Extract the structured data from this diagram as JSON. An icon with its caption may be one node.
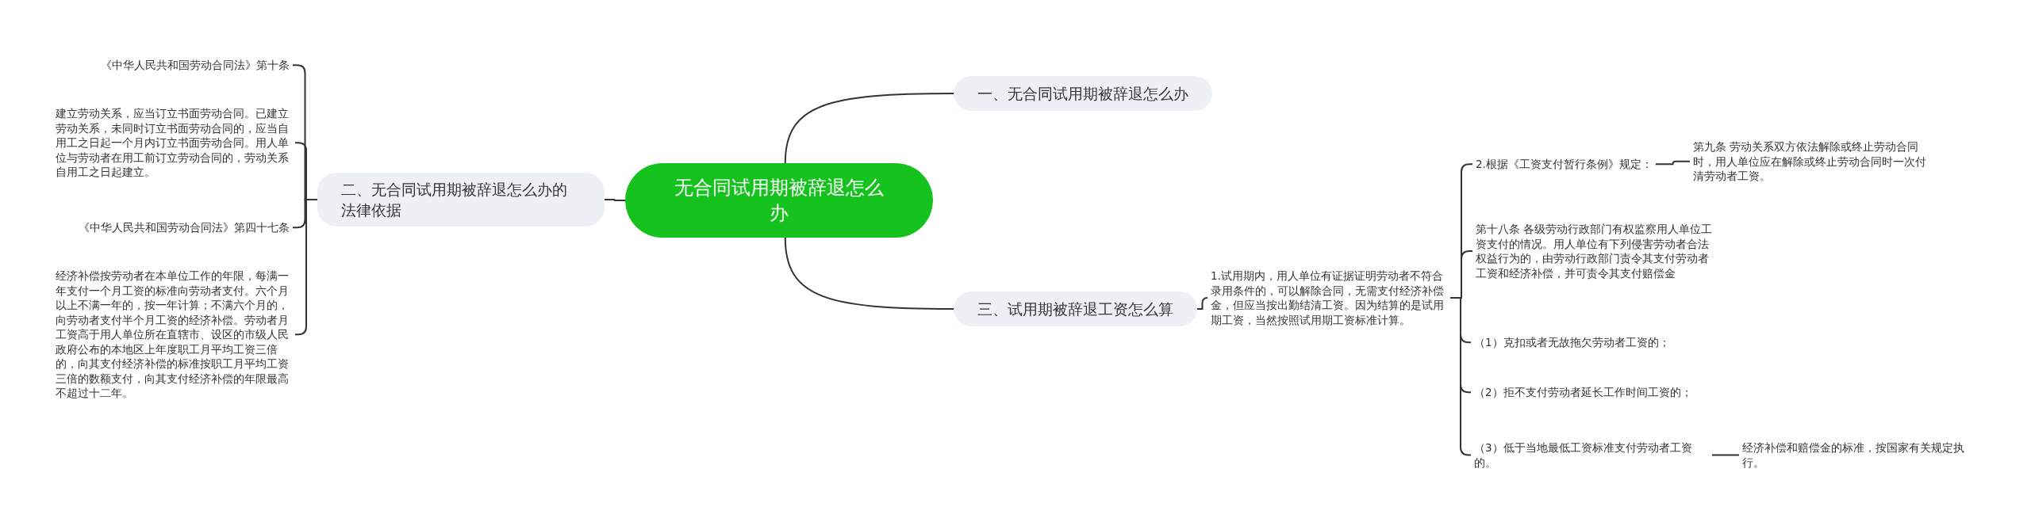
{
  "diagram": {
    "nodes": [
      {
        "text": [
          "无合同试用期被辞退怎么办"
        ]
      },
      {
        "text": [
          "一、无合同试用期被辞退怎么办"
        ]
      },
      {
        "text": [
          "二、无合同试用期被辞退怎么办的法律依据"
        ]
      },
      {
        "text": [
          "三、试用期被辞退工资怎么算"
        ]
      },
      {
        "text": [
          "《中华人民共和国劳动合同法》第十条"
        ]
      },
      {
        "text": [
          "建立劳动关系，应当订立书面劳动合同。已建立劳动关系，未同时订立书面劳动合同的，应当自用工之日起一个月内订立书面劳动合同。用人单位与劳动者在用工前订立劳动合同的，劳动关系自用工之日起建立。"
        ]
      },
      {
        "text": [
          "《中华人民共和国劳动合同法》第四十七条"
        ]
      },
      {
        "text": [
          "经济补偿按劳动者在本单位工作的年限，每满一年支付一个月工资的标准向劳动者支付。六个月以上不满一年的，按一年计算；不满六个月的，向劳动者支付半个月工资的经济补偿。劳动者月工资高于用人单位所在直辖市、设区的市级人民政府公布的本地区上年度职工月平均工资三倍的，向其支付经济补偿的标准按职工月平均工资三倍的数额支付，向其支付经济补偿的年限最高不超过十二年。"
        ]
      },
      {
        "text": [
          "1.试用期内，用人单位有证据证明劳动者不符合录用条件的，可以解除合同，无需支付经济补偿金，但应当按出勤结清工资。因为结算的是试用期工资，当然按照试用期工资标准计算。"
        ]
      },
      {
        "text": [
          "2.根据《工资支付暂行条例》规定："
        ]
      },
      {
        "text": [
          "第十八条 各级劳动行政部门有权监察用人单位工资支付的情况。用人单位有下列侵害劳动者合法权益行为的，由劳动行政部门责令其支付劳动者工资和经济补偿，并可责令其支付赔偿金"
        ]
      },
      {
        "text": [
          "（1）克扣或者无故拖欠劳动者工资的；"
        ]
      },
      {
        "text": [
          "（2）拒不支付劳动者延长工作时间工资的；"
        ]
      },
      {
        "text": [
          "（3）低于当地最低工资标准支付劳动者工资的。"
        ]
      },
      {
        "text": [
          "第九条 劳动关系双方依法解除或终止劳动合同时，用人单位应在解除或终止劳动合同时一次付清劳动者工资。"
        ]
      },
      {
        "text": [
          "经济补偿和赔偿金的标准，按国家有关规定执行。"
        ]
      }
    ],
    "edges": [
      {
        "from": 0,
        "to": 1,
        "arrow": "none"
      },
      {
        "from": 0,
        "to": 2,
        "arrow": "none"
      },
      {
        "from": 0,
        "to": 3,
        "arrow": "none"
      },
      {
        "from": 2,
        "to": 4,
        "arrow": "none"
      },
      {
        "from": 2,
        "to": 5,
        "arrow": "none"
      },
      {
        "from": 2,
        "to": 6,
        "arrow": "none"
      },
      {
        "from": 2,
        "to": 7,
        "arrow": "none"
      },
      {
        "from": 3,
        "to": 8,
        "arrow": "none"
      },
      {
        "from": 8,
        "to": 9,
        "arrow": "none"
      },
      {
        "from": 8,
        "to": 10,
        "arrow": "none"
      },
      {
        "from": 8,
        "to": 11,
        "arrow": "none"
      },
      {
        "from": 8,
        "to": 12,
        "arrow": "none"
      },
      {
        "from": 8,
        "to": 13,
        "arrow": "none"
      },
      {
        "from": 9,
        "to": 14,
        "arrow": "none"
      },
      {
        "from": 13,
        "to": 15,
        "arrow": "none"
      }
    ]
  }
}
